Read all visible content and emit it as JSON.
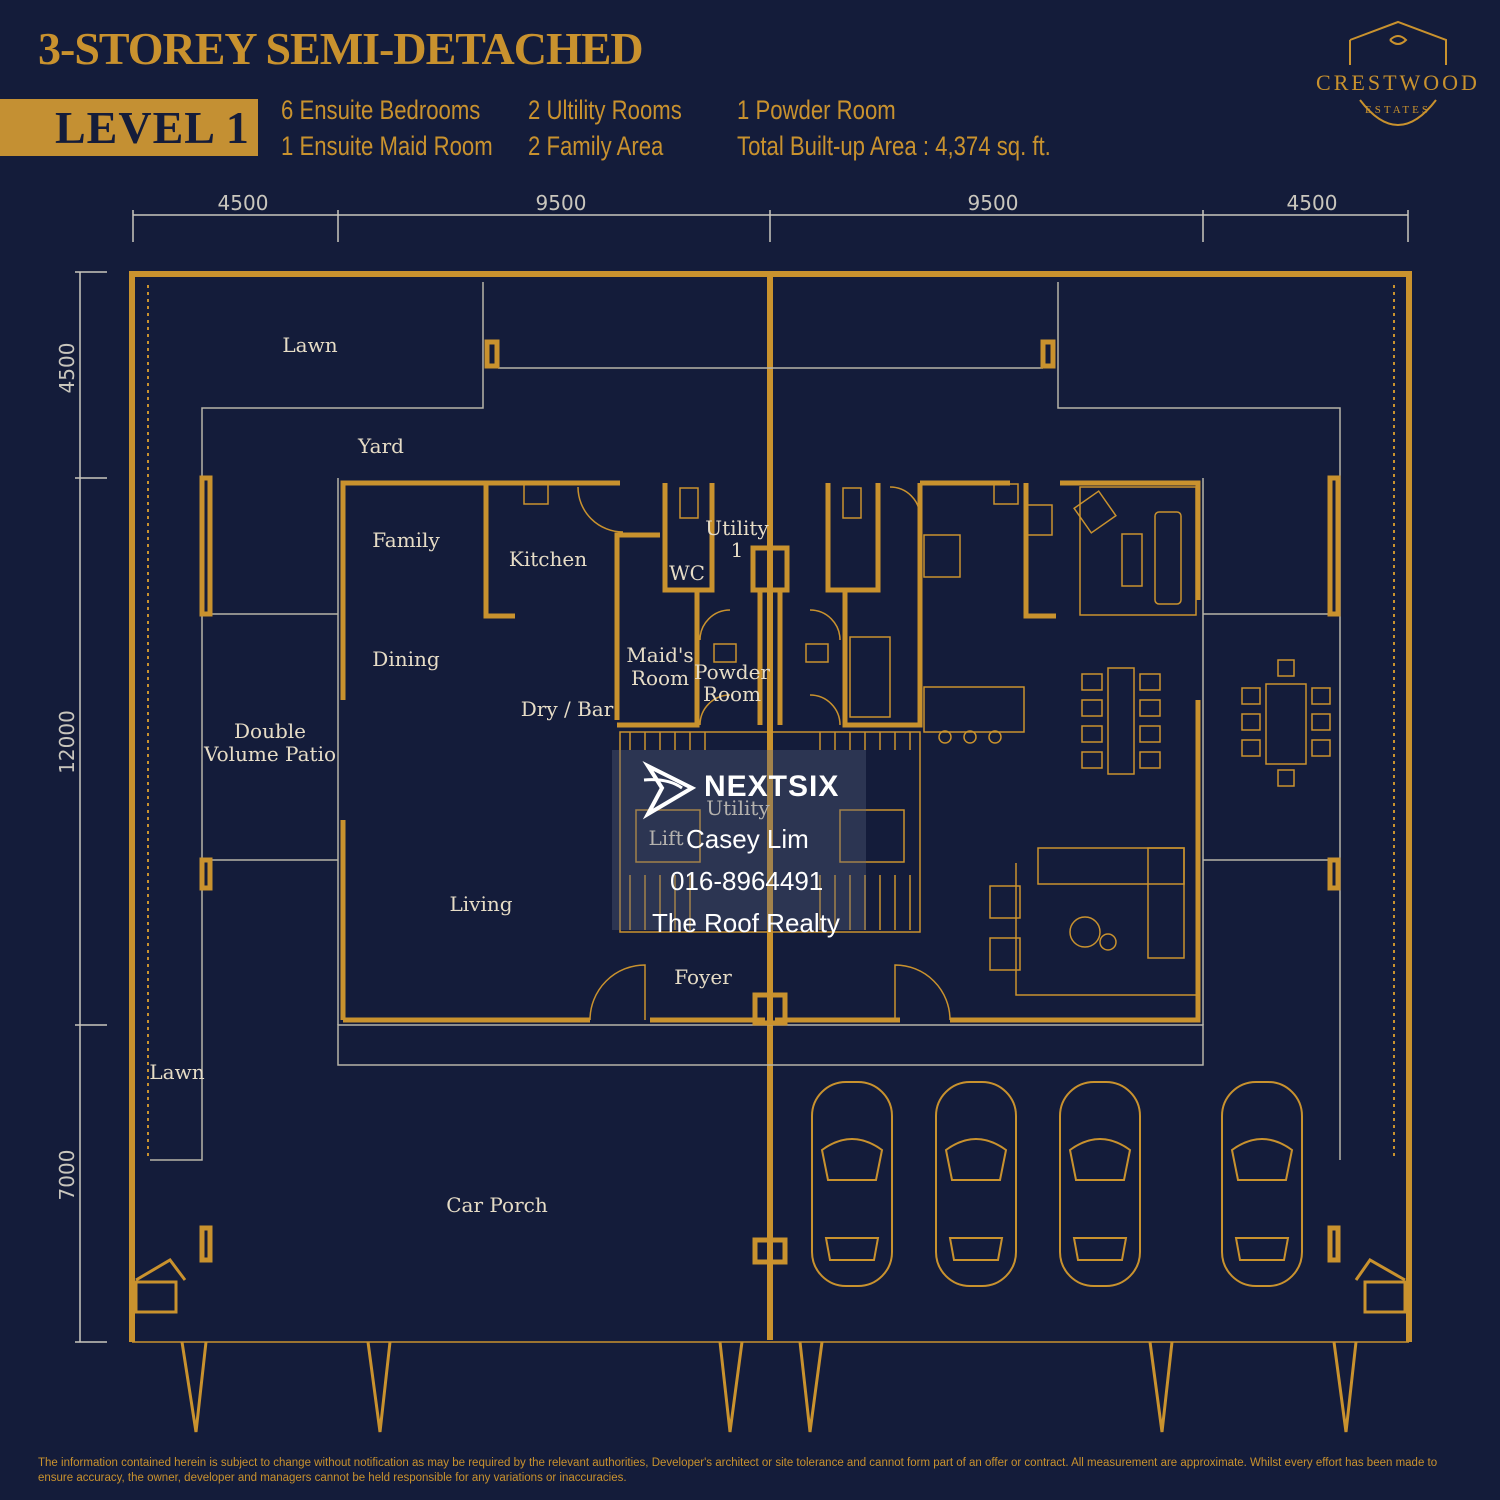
{
  "header": {
    "title": "3-STOREY SEMI-DETACHED",
    "level": "LEVEL 1",
    "specs": [
      "6 Ensuite Bedrooms",
      "1 Ensuite Maid Room",
      "2 Ultility Rooms",
      "2 Family Area",
      "1 Powder Room",
      "Total Built-up Area : 4,374 sq. ft."
    ]
  },
  "brand": {
    "name": "CRESTWOOD",
    "sub": "ESTATES"
  },
  "dimensions": {
    "top": [
      "4500",
      "9500",
      "9500",
      "4500"
    ],
    "left": [
      "4500",
      "12000",
      "7000"
    ]
  },
  "rooms": {
    "lawn_top": "Lawn",
    "yard": "Yard",
    "family": "Family",
    "kitchen": "Kitchen",
    "utility1": "Utility",
    "utility1_num": "1",
    "wc": "WC",
    "dining": "Dining",
    "maids_room_1": "Maid's",
    "maids_room_2": "Room",
    "powder_room_1": "Powder",
    "powder_room_2": "Room",
    "dry_bar": "Dry / Bar",
    "patio_1": "Double",
    "patio_2": "Volume Patio",
    "utility2": "Utility",
    "lift": "Lift",
    "living": "Living",
    "foyer": "Foyer",
    "lawn_side": "Lawn",
    "car_porch": "Car Porch"
  },
  "watermark": {
    "logo": "NEXTSIX",
    "agent": "Casey Lim",
    "phone": "016-8964491",
    "agency": "The Roof Realty"
  },
  "disclaimer": "The information contained herein is subject to change without notification as may be required by the relevant authorities, Developer's architect or site tolerance and cannot form part of an offer or contract. All measurement are approximate. Whilst every effort has been made to ensure accuracy, the owner, developer and managers cannot be held responsible for any variations or inaccuracies.",
  "colors": {
    "background": "#141c3a",
    "accent": "#c9922e",
    "text": "#e6dcc6"
  }
}
